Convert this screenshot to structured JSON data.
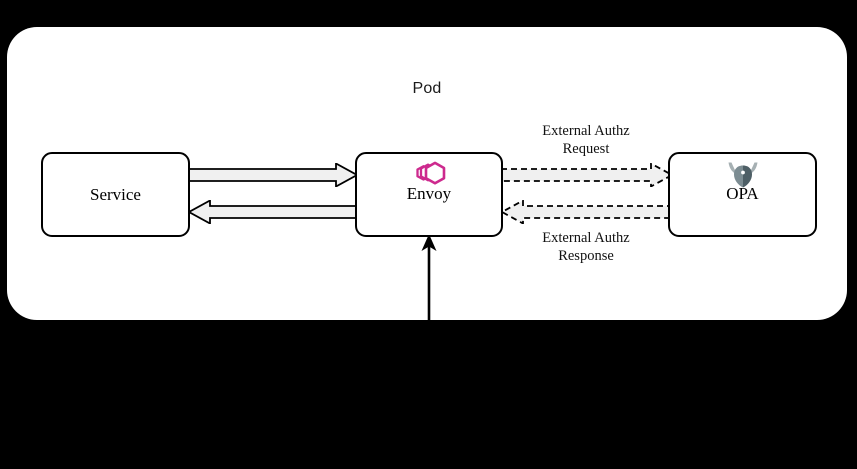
{
  "diagram": {
    "type": "architecture-diagram",
    "background_color": "#000000",
    "container": {
      "label": "Pod",
      "fill": "#ffffff",
      "shape": "rounded-rectangle"
    },
    "nodes": [
      {
        "id": "service",
        "label": "Service",
        "logo": null,
        "fill": "#ffffff",
        "border_color": "#000000"
      },
      {
        "id": "envoy",
        "label": "Envoy",
        "logo": "envoy-hexagon-logo",
        "logo_color": "#cd2a8e",
        "fill": "#ffffff",
        "border_color": "#000000"
      },
      {
        "id": "opa",
        "label": "OPA",
        "logo": "opa-horned-shield-logo",
        "logo_color": "#5b6b70",
        "fill": "#ffffff",
        "border_color": "#000000"
      }
    ],
    "edges": [
      {
        "id": "service-to-envoy",
        "from": "service",
        "to": "envoy",
        "style": "solid-block-arrow",
        "direction": "right",
        "label": ""
      },
      {
        "id": "envoy-to-service",
        "from": "envoy",
        "to": "service",
        "style": "solid-block-arrow",
        "direction": "left",
        "label": ""
      },
      {
        "id": "envoy-to-opa",
        "from": "envoy",
        "to": "opa",
        "style": "dashed-block-arrow",
        "direction": "right",
        "label": "External Authz\nRequest"
      },
      {
        "id": "opa-to-envoy",
        "from": "opa",
        "to": "envoy",
        "style": "dashed-block-arrow",
        "direction": "left",
        "label": "External Authz\nResponse"
      },
      {
        "id": "inbound-traffic",
        "from": "external",
        "to": "envoy",
        "style": "thin-solid-arrow",
        "direction": "up",
        "label": ""
      }
    ]
  }
}
